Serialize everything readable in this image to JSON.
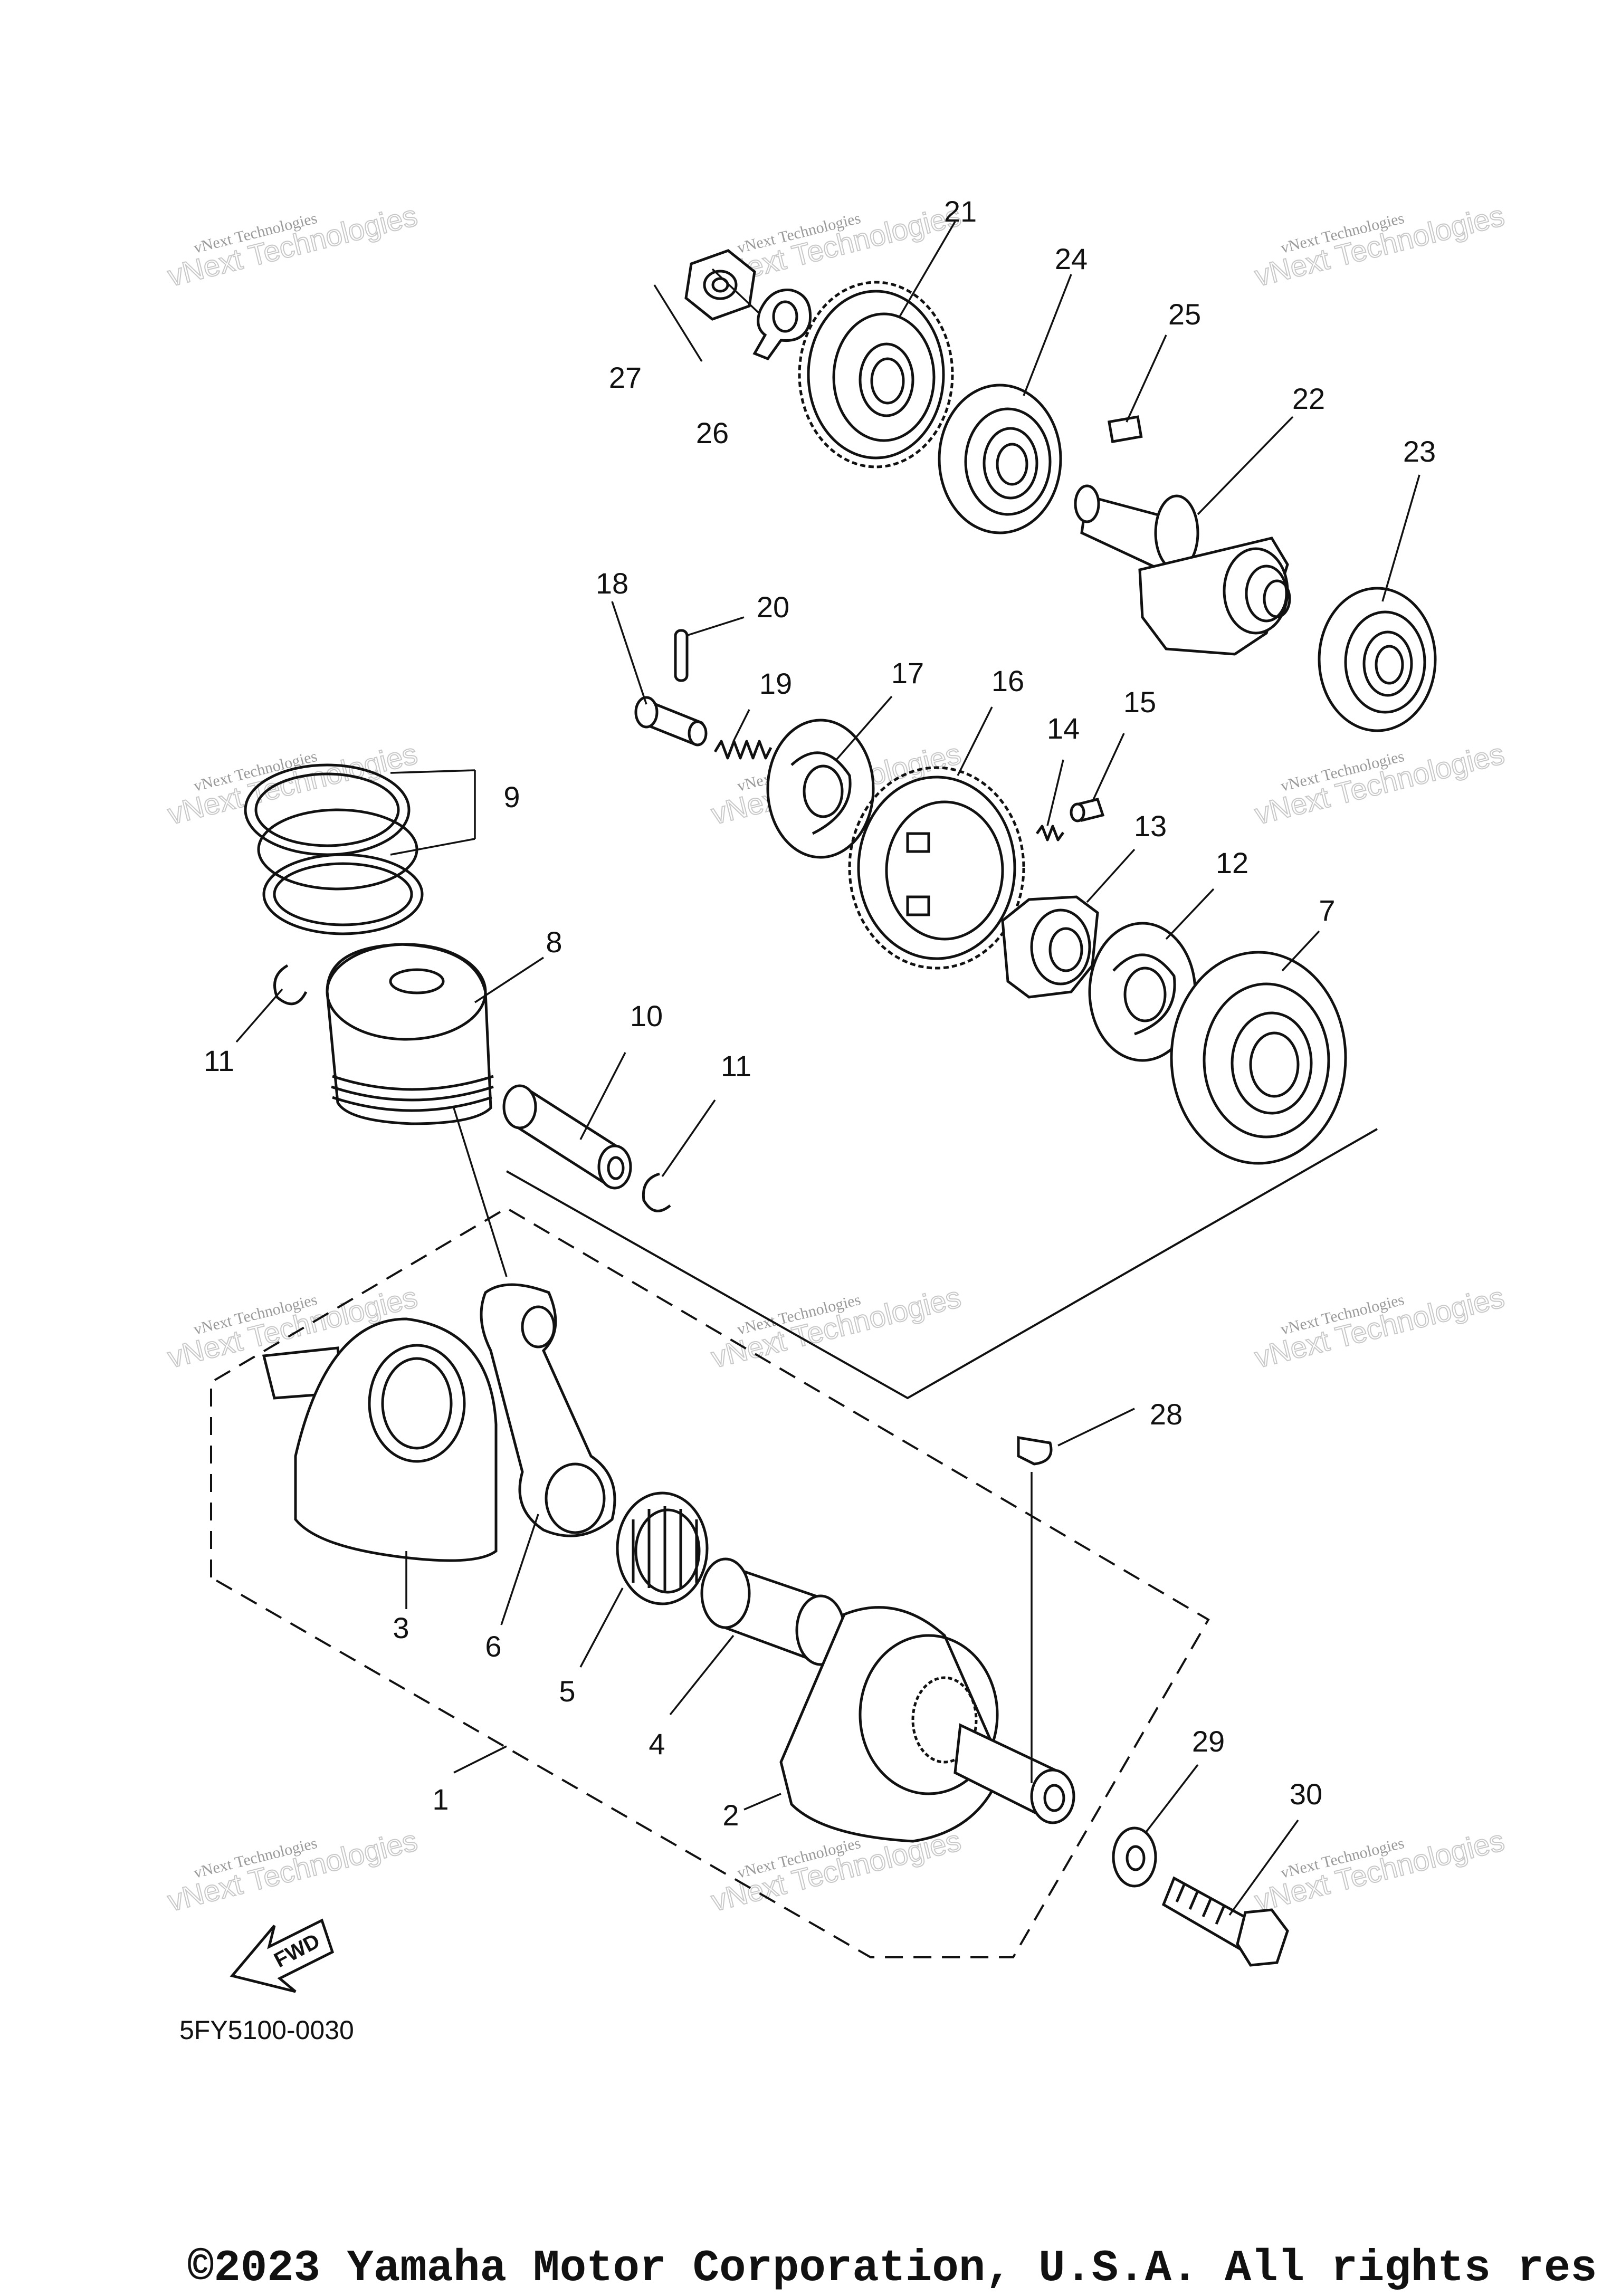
{
  "diagram": {
    "code": "5FY5100-0030",
    "copyright": "©2023 Yamaha Motor Corporation, U.S.A. All rights res",
    "fwd_label": "FWD",
    "watermark": {
      "line1": "vNext Technologies",
      "line2": "vNext Technologies"
    },
    "labels": [
      {
        "id": "1",
        "text": "1"
      },
      {
        "id": "2",
        "text": "2"
      },
      {
        "id": "3",
        "text": "3"
      },
      {
        "id": "4",
        "text": "4"
      },
      {
        "id": "5",
        "text": "5"
      },
      {
        "id": "6",
        "text": "6"
      },
      {
        "id": "7",
        "text": "7"
      },
      {
        "id": "8",
        "text": "8"
      },
      {
        "id": "9",
        "text": "9"
      },
      {
        "id": "10",
        "text": "10"
      },
      {
        "id": "11a",
        "text": "11"
      },
      {
        "id": "11b",
        "text": "11"
      },
      {
        "id": "12",
        "text": "12"
      },
      {
        "id": "13",
        "text": "13"
      },
      {
        "id": "14",
        "text": "14"
      },
      {
        "id": "15",
        "text": "15"
      },
      {
        "id": "16",
        "text": "16"
      },
      {
        "id": "17",
        "text": "17"
      },
      {
        "id": "18",
        "text": "18"
      },
      {
        "id": "19",
        "text": "19"
      },
      {
        "id": "20",
        "text": "20"
      },
      {
        "id": "21",
        "text": "21"
      },
      {
        "id": "22",
        "text": "22"
      },
      {
        "id": "23",
        "text": "23"
      },
      {
        "id": "24",
        "text": "24"
      },
      {
        "id": "25",
        "text": "25"
      },
      {
        "id": "26",
        "text": "26"
      },
      {
        "id": "27",
        "text": "27"
      },
      {
        "id": "28",
        "text": "28"
      },
      {
        "id": "29",
        "text": "29"
      },
      {
        "id": "30",
        "text": "30"
      }
    ]
  }
}
